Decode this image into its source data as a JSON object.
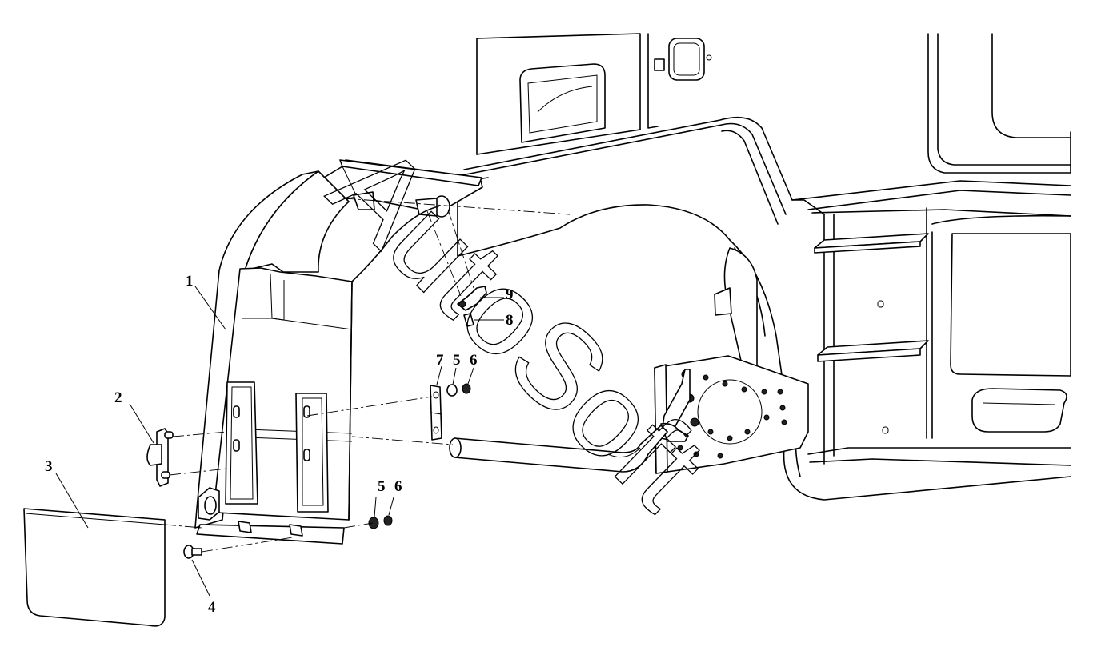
{
  "watermark": "AutoSoft",
  "callouts": [
    {
      "id": "1",
      "label": "1"
    },
    {
      "id": "2",
      "label": "2"
    },
    {
      "id": "3",
      "label": "3"
    },
    {
      "id": "4",
      "label": "4"
    },
    {
      "id": "5a",
      "label": "5"
    },
    {
      "id": "6a",
      "label": "6"
    },
    {
      "id": "5b",
      "label": "5"
    },
    {
      "id": "6b",
      "label": "6"
    },
    {
      "id": "7",
      "label": "7"
    },
    {
      "id": "8",
      "label": "8"
    },
    {
      "id": "9",
      "label": "9"
    }
  ]
}
